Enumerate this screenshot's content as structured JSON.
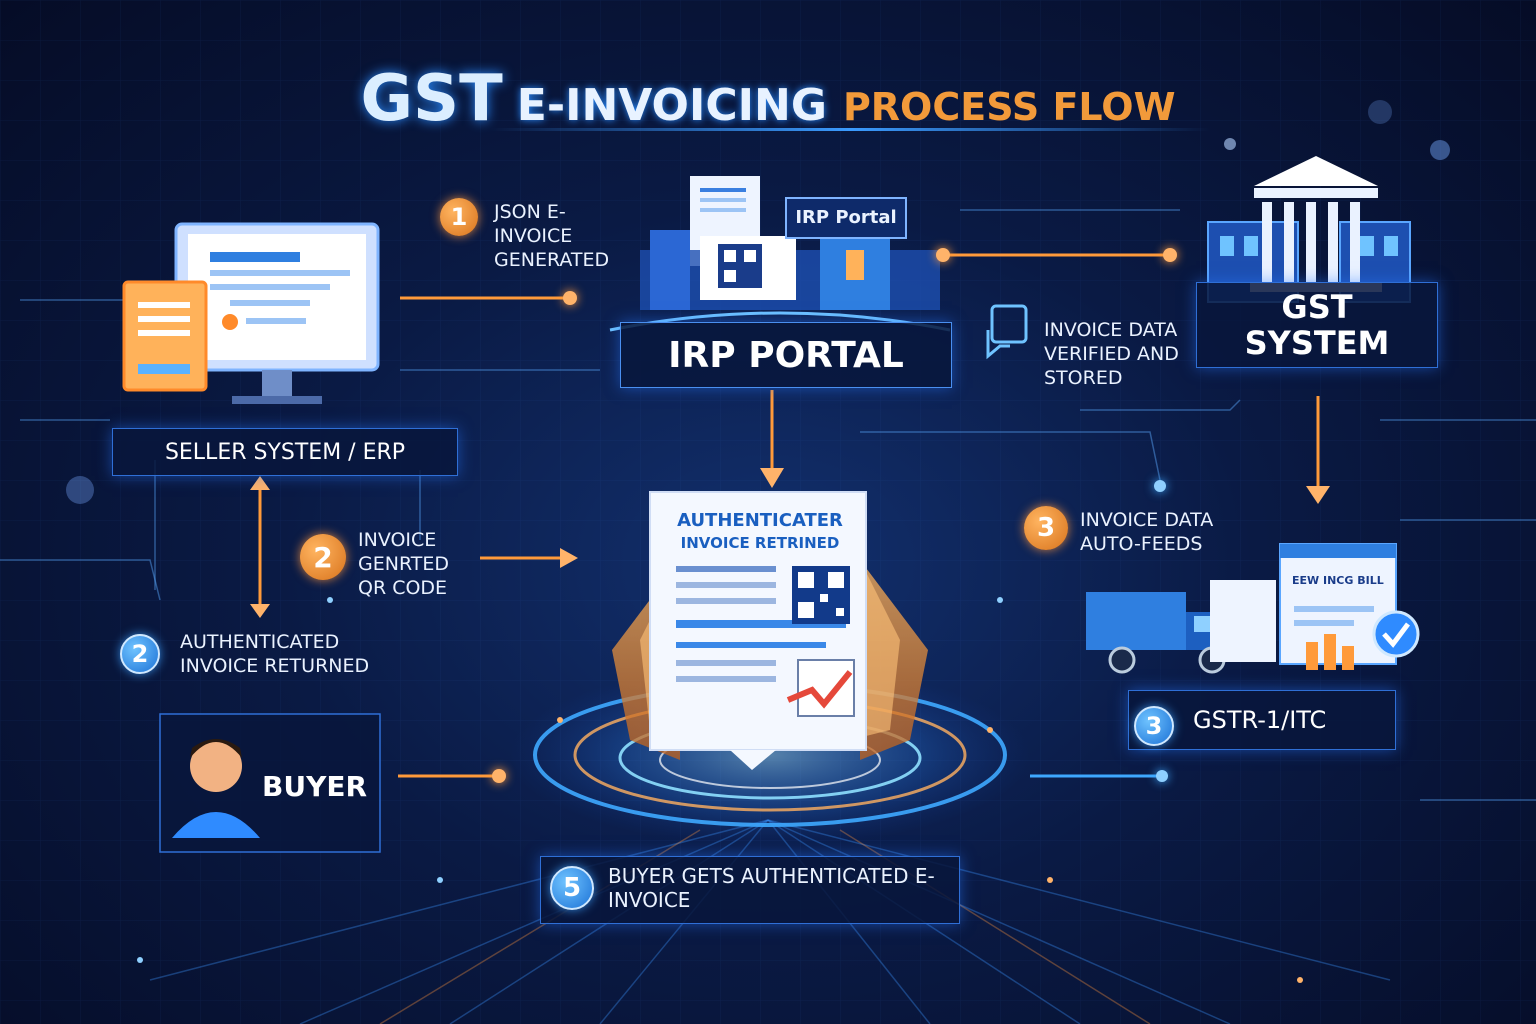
{
  "title": {
    "part1": "GST",
    "part2": "E-INVOICING",
    "part3": "PROCESS FLOW"
  },
  "nodes": {
    "seller": "SELLER SYSTEM / ERP",
    "irp": "IRP PORTAL",
    "irp_sign": "IRP Portal",
    "gst": "GST SYSTEM",
    "buyer": "BUYER",
    "gstr": "GSTR-1/ITC"
  },
  "document": {
    "line1": "AUTHENTICATER",
    "line2": "INVOICE RETRINED"
  },
  "eway_bill": "EEW INCG BILL",
  "steps": {
    "step1": {
      "num": "1",
      "text": "JSON E-INVOICE GENERATED"
    },
    "step2a": {
      "num": "2",
      "text": "INVOICE GENRTED QR CODE"
    },
    "step2b": {
      "num": "2",
      "text": "AUTHENTICATED INVOICE RETURNED"
    },
    "verify": {
      "text": "INVOICE DATA VERIFIED AND STORED"
    },
    "step3a": {
      "num": "3",
      "text": "INVOICE DATA AUTO-FEEDS"
    },
    "step3b": {
      "num": "3"
    },
    "step5": {
      "num": "5",
      "text": "BUYER GETS AUTHENTICATED E-INVOICE"
    }
  },
  "colors": {
    "accent_orange": "#f29a3a",
    "accent_blue": "#3b9bff",
    "background": "#0a1a44"
  }
}
